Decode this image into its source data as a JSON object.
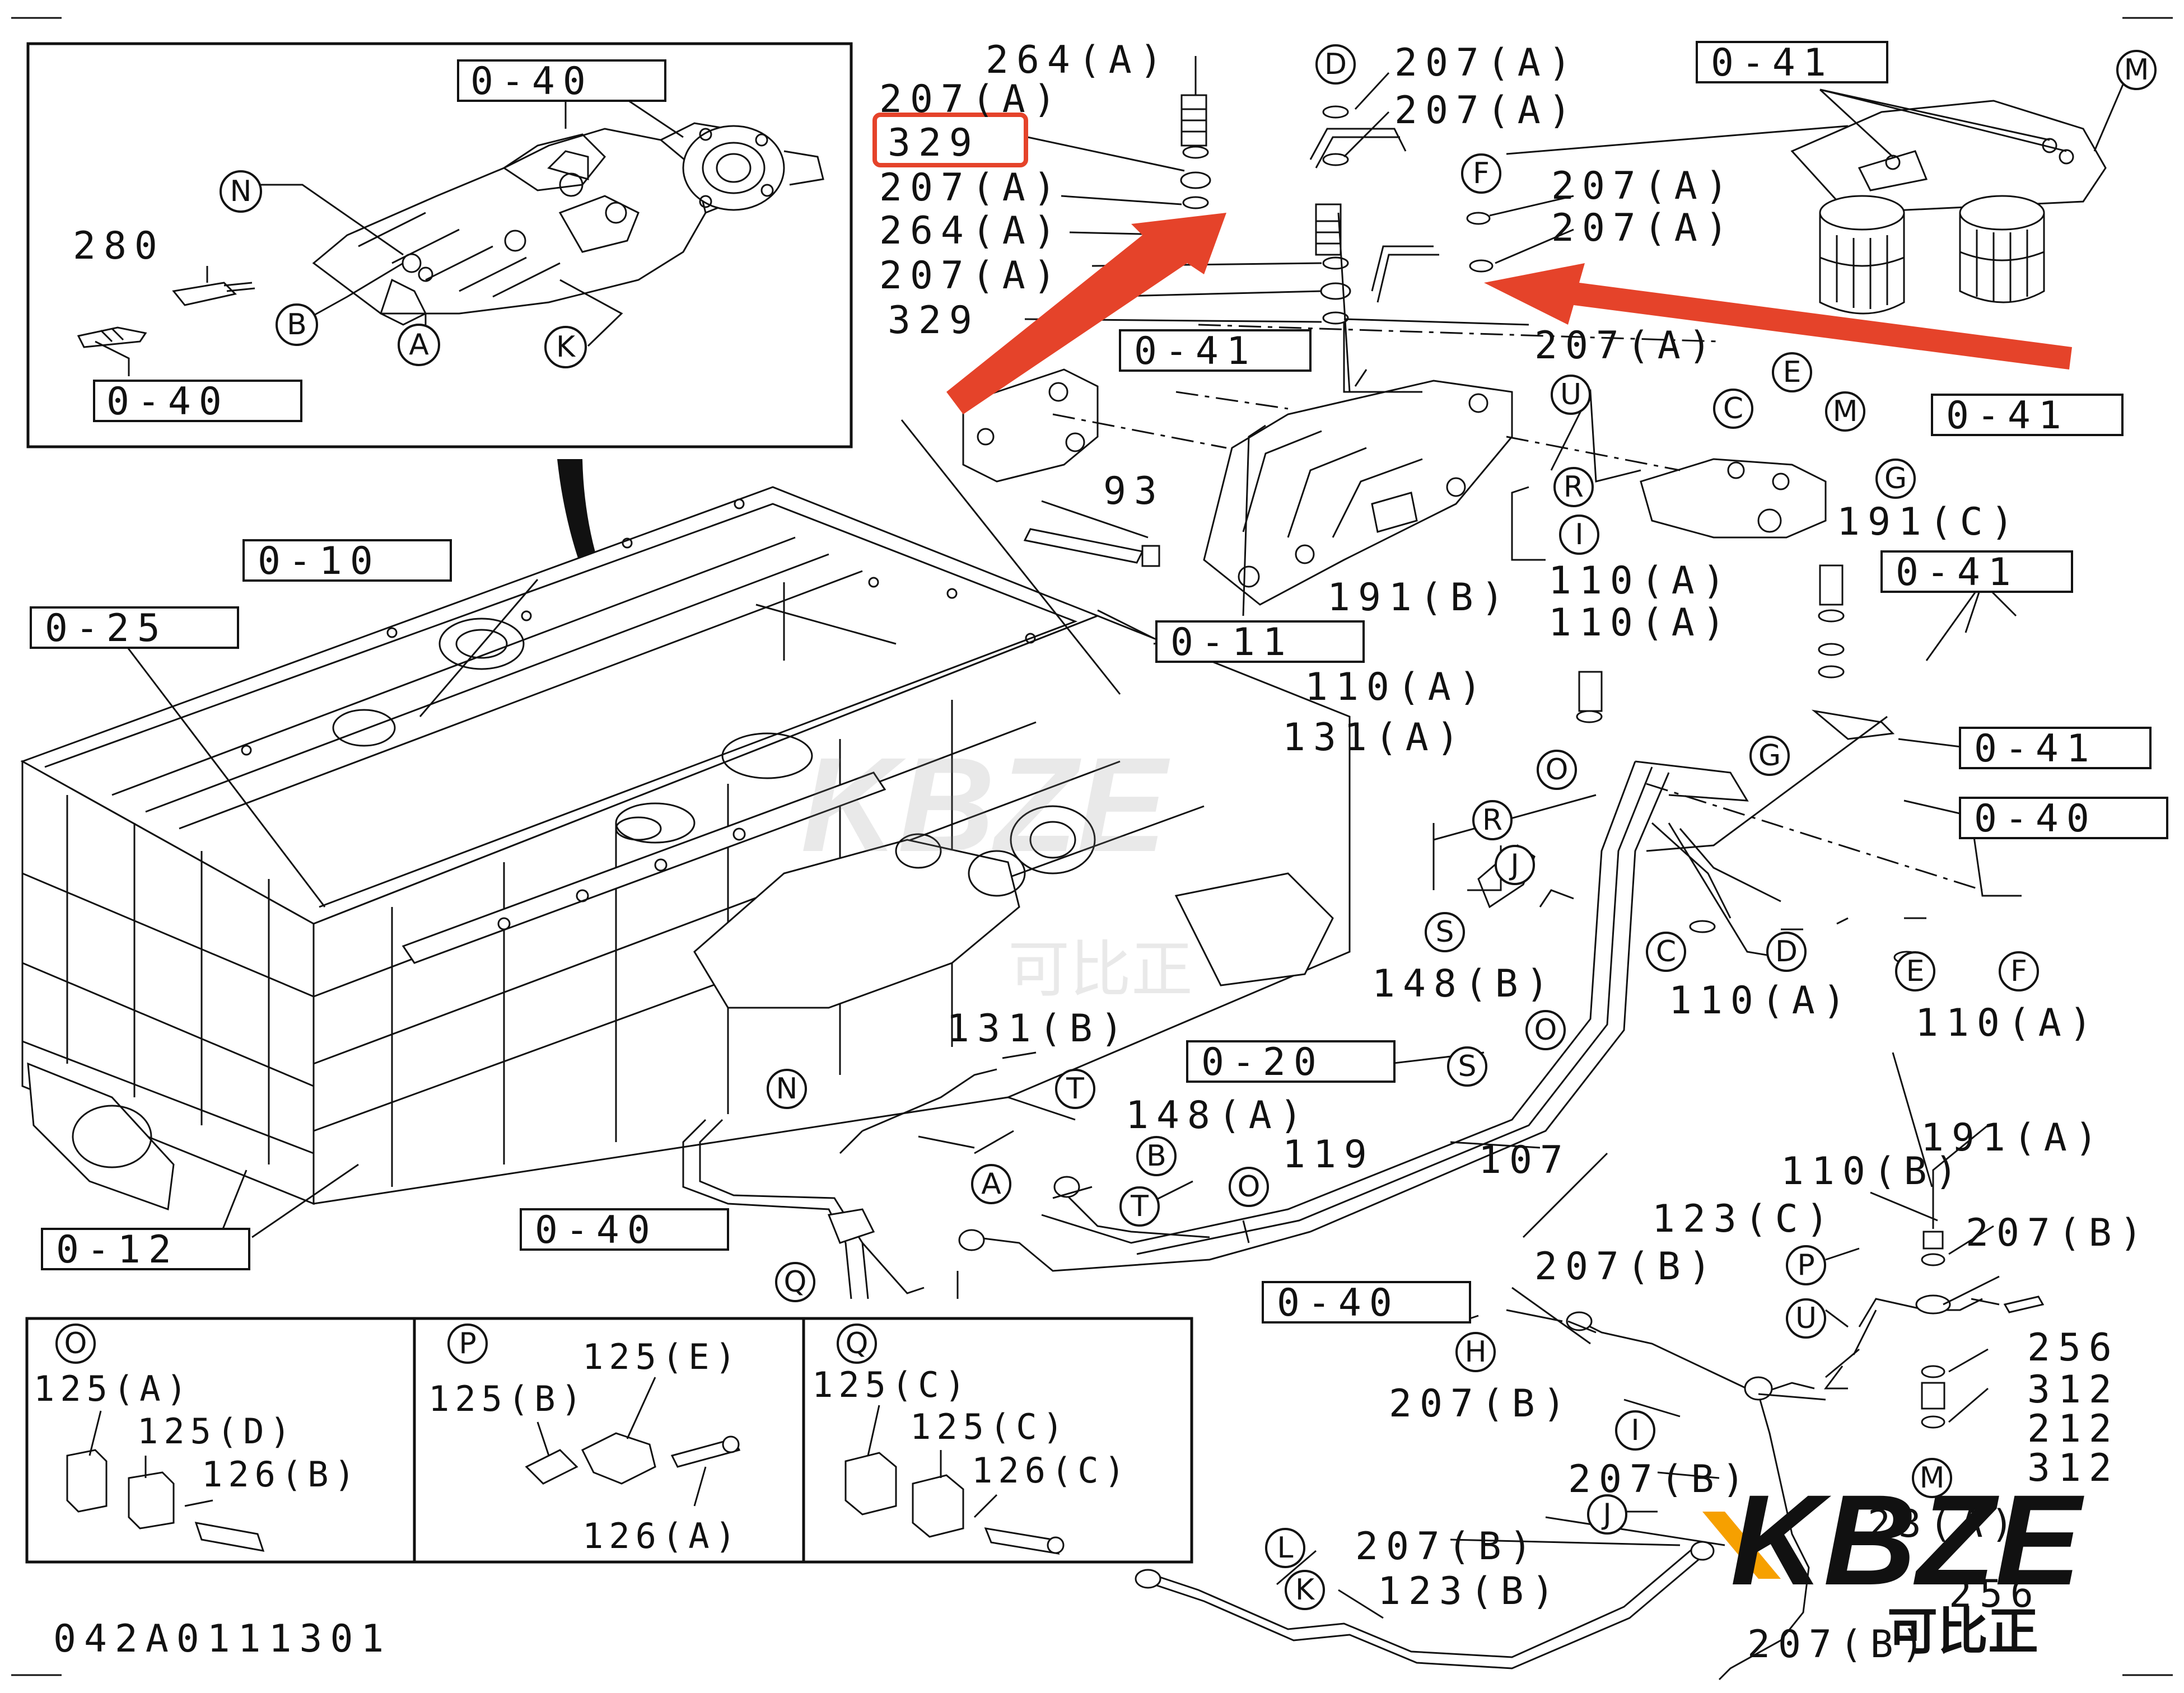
{
  "diagram_id": "042A0111301",
  "highlight_color": "#e5432a",
  "watermark": {
    "brand": "KBZE",
    "sub": "可比正"
  },
  "section_refs": {
    "inset_top": "0-40",
    "inset_bottom": "0-40",
    "r_010": "0-10",
    "r_025": "0-25",
    "r_011": "0-11",
    "r_012": "0-12",
    "r_020": "0-20",
    "r_040_mid": "0-40",
    "r_040_low": "0-40",
    "r_041_top": "0-41",
    "r_041_mid": "0-41",
    "r_041_right1": "0-41",
    "r_041_right2": "0-41",
    "r_041_right3": "0-41",
    "r_040_right": "0-40"
  },
  "part_labels": {
    "p280": "280",
    "p264a_1": "264(A)",
    "p207a_1": "207(A)",
    "p329_hl": "329",
    "p207a_2": "207(A)",
    "p264a_2": "264(A)",
    "p207a_3": "207(A)",
    "p329": "329",
    "pD207a": "207(A)",
    "p207a_4": "207(A)",
    "p207a_5": "207(A)",
    "p207a_6": "207(A)",
    "p207a_7": "207(A)",
    "p93": "93",
    "p191c": "191(C)",
    "p191b": "191(B)",
    "p110a_1": "110(A)",
    "p110a_2": "110(A)",
    "p110a_3": "110(A)",
    "p131a": "131(A)",
    "p148b": "148(B)",
    "p110a_4": "110(A)",
    "p110a_5": "110(A)",
    "p131b": "131(B)",
    "p148a": "148(A)",
    "p119": "119",
    "p107": "107",
    "p191a": "191(A)",
    "p110b": "110(B)",
    "p123c": "123(C)",
    "p207b_1": "207(B)",
    "p207b_2": "207(B)",
    "p256_1": "256",
    "p312_1": "312",
    "p212": "212",
    "p312_2": "312",
    "p207b_3": "207(B)",
    "p207b_4": "207(B)",
    "p207b_5": "207(B)",
    "p123b": "123(B)",
    "p123a": "123(A)",
    "p256_2": "256",
    "p207b_6": "207(B)"
  },
  "callouts": {
    "N": "N",
    "B": "B",
    "A": "A",
    "K": "K",
    "D": "D",
    "F": "F",
    "M": "M",
    "U": "U",
    "R": "R",
    "I": "I",
    "C": "C",
    "E": "E",
    "G": "G",
    "O": "O",
    "J": "J",
    "S": "S",
    "T": "T",
    "P": "P",
    "H": "H",
    "L": "L",
    "Q": "Q"
  },
  "legend": {
    "O": {
      "key": "O",
      "items": [
        "125(A)",
        "125(D)",
        "126(B)"
      ]
    },
    "P": {
      "key": "P",
      "items": [
        "125(E)",
        "125(B)",
        "126(A)"
      ]
    },
    "Q": {
      "key": "Q",
      "items": [
        "125(C)",
        "125(C)",
        "126(C)"
      ]
    }
  }
}
